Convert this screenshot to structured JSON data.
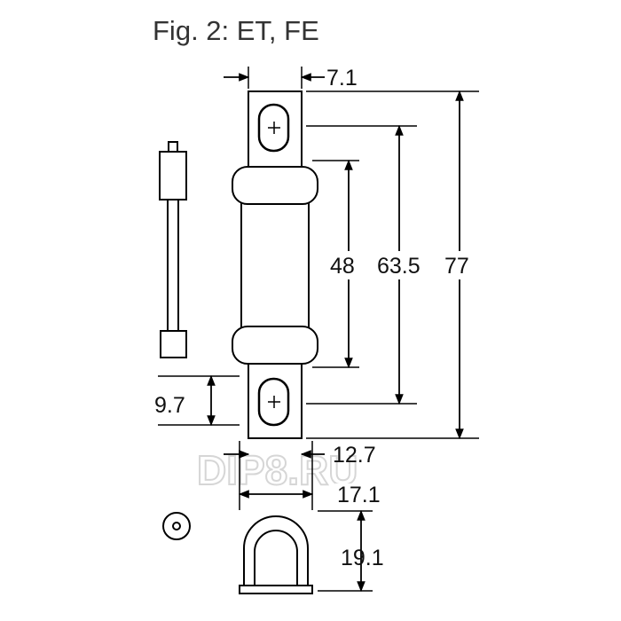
{
  "figure": {
    "title": "Fig. 2: ET, FE",
    "watermark": "DIP8.RU"
  },
  "dimensions": {
    "tag_width": "7.1",
    "hole_spacing": "48",
    "body_length": "63.5",
    "overall_length": "77",
    "tag_length": "9.7",
    "tag_outer_width": "12.7",
    "body_diameter": "17.1",
    "end_view_height": "19.1"
  },
  "icons": {
    "hole_mark": "plus",
    "arrow": "filled-triangle"
  },
  "colors": {
    "line": "#000000",
    "text": "#111111",
    "title": "#333333",
    "watermark_stroke": "#d6d6d6"
  }
}
